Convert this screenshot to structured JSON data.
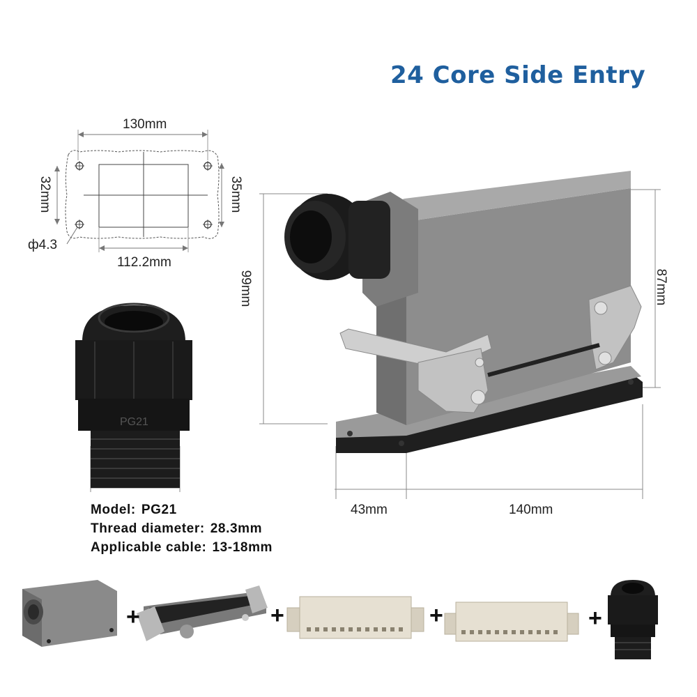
{
  "title": "24 Core Side Entry",
  "drawing": {
    "width_label": "130mm",
    "inner_width_label": "112.2mm",
    "left_height_label": "32mm",
    "right_height_label": "35mm",
    "hole_label": "ф4.3"
  },
  "housing": {
    "height_total_label": "99mm",
    "height_body_label": "87mm",
    "depth_label": "43mm",
    "length_label": "140mm"
  },
  "gland": {
    "marking": "PG21"
  },
  "specs": {
    "model_key": "Model:",
    "model_value": "PG21",
    "thread_key": "Thread diameter:",
    "thread_value": "28.3mm",
    "cable_key": "Applicable cable:",
    "cable_value": "13-18mm"
  },
  "kit": {
    "plus_1": "+",
    "plus_2": "+",
    "plus_3": "+",
    "plus_4": "+"
  },
  "colors": {
    "title": "#1f5f9e",
    "housing_gray": "#8c8c8c",
    "gland_black": "#1a1a1a",
    "insert_cream": "#e6e0d2"
  }
}
